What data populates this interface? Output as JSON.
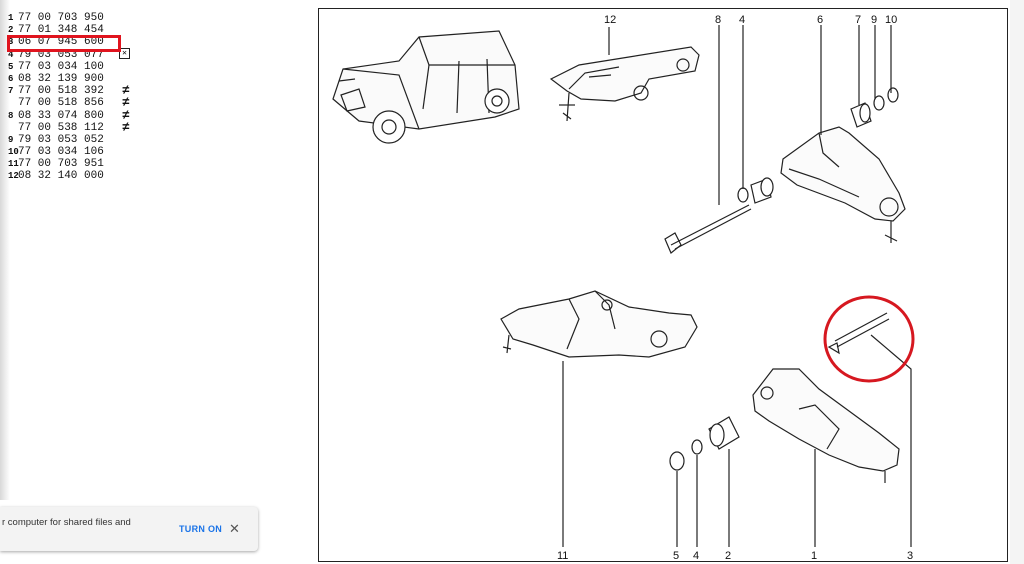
{
  "parts_list": [
    {
      "idx": "1",
      "number": "77 00 703 950",
      "mark": ""
    },
    {
      "idx": "2",
      "number": "77 01 348 454",
      "mark": ""
    },
    {
      "idx": "3",
      "number": "06 07 945 600",
      "mark": ""
    },
    {
      "idx": "4",
      "number": "79 03 053 077",
      "mark": "x"
    },
    {
      "idx": "5",
      "number": "77 03 034 100",
      "mark": ""
    },
    {
      "idx": "6",
      "number": "08 32 139 900",
      "mark": ""
    },
    {
      "idx": "7",
      "number": "77 00 518 392",
      "mark": "neq"
    },
    {
      "idx": "",
      "number": "77 00 518 856",
      "mark": "neq"
    },
    {
      "idx": "8",
      "number": "08 33 074 800",
      "mark": "neq"
    },
    {
      "idx": "",
      "number": "77 00 538 112",
      "mark": "neq"
    },
    {
      "idx": "9",
      "number": "79 03 053 052",
      "mark": ""
    },
    {
      "idx": "10",
      "number": "77 03 034 106",
      "mark": ""
    },
    {
      "idx": "11",
      "number": "77 00 703 951",
      "mark": ""
    },
    {
      "idx": "12",
      "number": "08 32 140 000",
      "mark": ""
    }
  ],
  "neq_symbol": "≠",
  "x_symbol": "✕",
  "highlight_color": "#e0141e",
  "toast": {
    "message": "r computer for shared files and",
    "action_label": "TURN ON",
    "close_symbol": "✕"
  },
  "diagram": {
    "top_callouts": [
      "12",
      "8",
      "4",
      "6",
      "7",
      "9",
      "10"
    ],
    "bottom_callouts": [
      "11",
      "5",
      "4",
      "2",
      "1",
      "3"
    ]
  }
}
